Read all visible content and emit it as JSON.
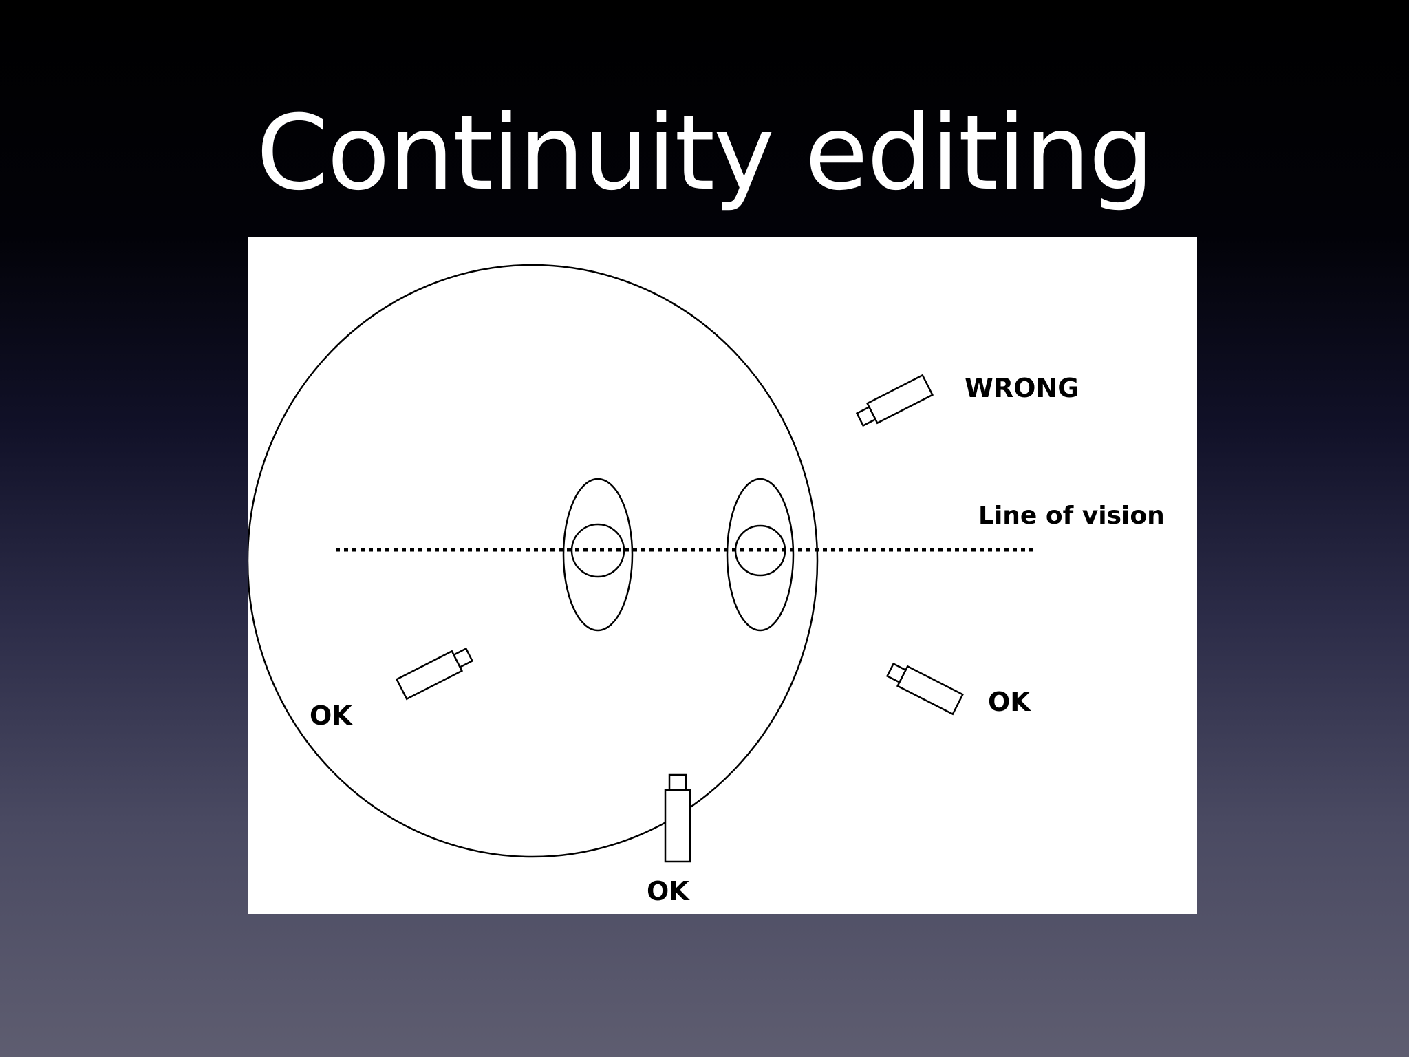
{
  "slide": {
    "title": "Continuity editing"
  },
  "diagram": {
    "labels": {
      "wrong": "WRONG",
      "line_of_vision": "Line of vision",
      "ok_left": "OK",
      "ok_right": "OK",
      "ok_bottom": "OK"
    },
    "colors": {
      "background_top": "#000000",
      "background_bottom": "#5e5d70",
      "title": "#ffffff",
      "panel": "#ffffff",
      "stroke": "#000000"
    }
  }
}
